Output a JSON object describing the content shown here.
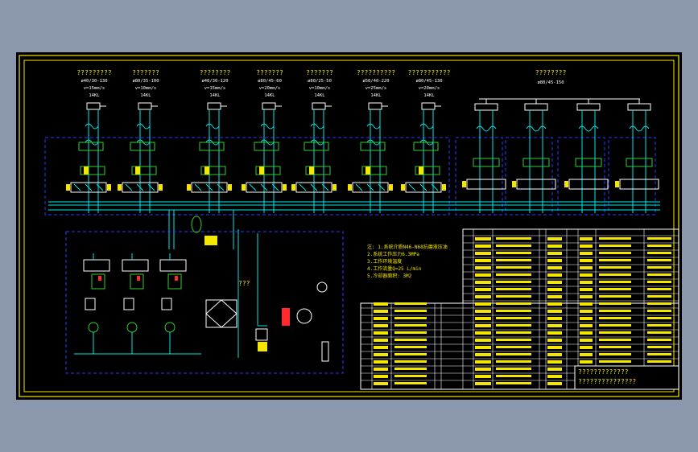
{
  "drawing": {
    "circuit_titles": [
      "?????????",
      "???????",
      "????????",
      "???????",
      "???????",
      "??????????",
      "???????????",
      "????????"
    ],
    "circuit_specs": [
      [
        "ø40/30-130",
        "v=15mm/s",
        "14KL"
      ],
      [
        "ø80/35-100",
        "v=10mm/s",
        "14KL"
      ],
      [
        "ø40/30-120",
        "v=15mm/s",
        "14KL"
      ],
      [
        "ø80/45-60",
        "v=20mm/s",
        "14KL"
      ],
      [
        "ø80/25-50",
        "v=10mm/s",
        "14KL"
      ],
      [
        "ø50/40-220",
        "v=25mm/s",
        "14KL"
      ],
      [
        "ø80/45-130",
        "v=20mm/s",
        "14KL"
      ],
      [
        "ø80/45-150"
      ]
    ],
    "pump_station_label": "???",
    "notes": [
      "注: 1.系统介质N46-N68抗磨液压油",
      "2.系统工作压力6.3MPa",
      "3.工作环境温度",
      "4.工作流量Q=25 L/min",
      "5.冷却器面积: 3M2"
    ],
    "warning_label": "",
    "parts_rows": 12,
    "title_block": {
      "line1": "?????????????",
      "line2": "???????????????"
    }
  }
}
